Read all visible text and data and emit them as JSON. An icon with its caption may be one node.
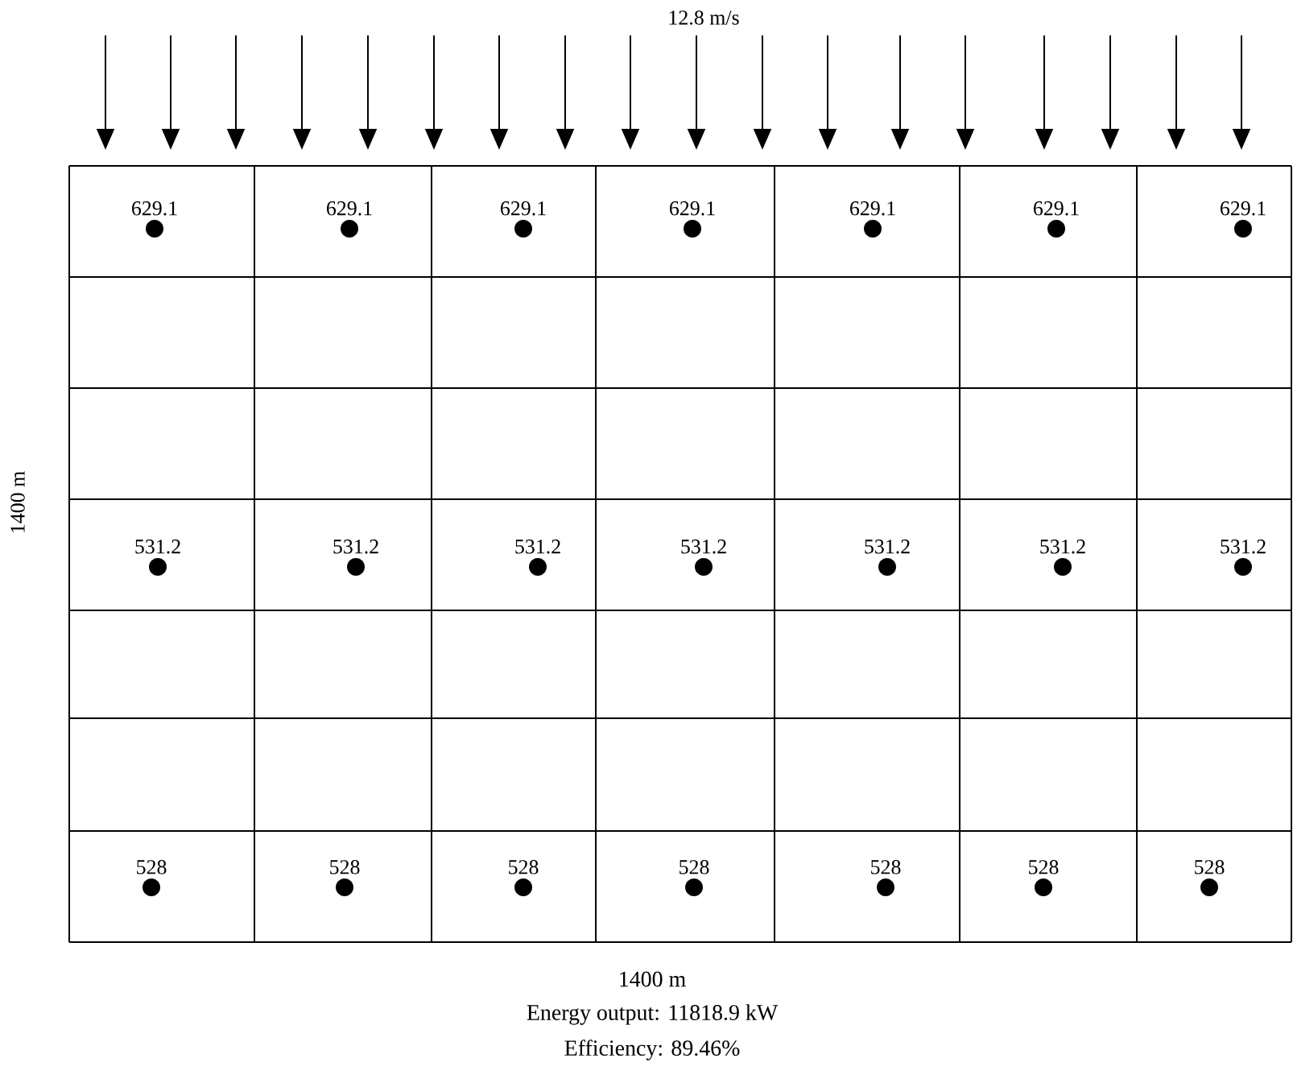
{
  "diagram": {
    "labels": [
      "12.8 m/s",
      "629.1",
      "629.1",
      "629.1",
      "629.1",
      "629.1",
      "629.1",
      "629.1",
      "1400 m",
      "531.2",
      "531.2",
      "531.2",
      "531.2",
      "531.2",
      "531.2",
      "531.2",
      "528",
      "528",
      "528",
      "528",
      "528",
      "528",
      "528",
      "1400 m",
      "Energy output: 11818.9 kW",
      "Efficiency: 89.46%"
    ]
  }
}
